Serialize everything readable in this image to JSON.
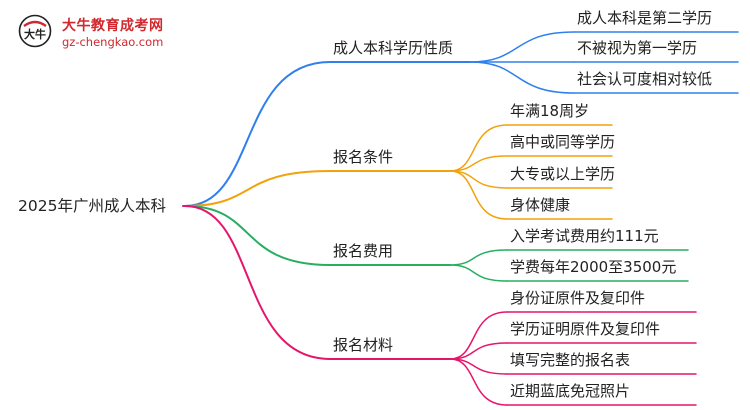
{
  "logo": {
    "name": "大牛教育成考网",
    "url": "gz-chengkao.com",
    "badge_text": "大牛"
  },
  "mindmap": {
    "root": "2025年广州成人本科",
    "branches": [
      {
        "label": "成人本科学历性质",
        "color": "#2f80ed",
        "children": [
          "成人本科是第二学历",
          "不被视为第一学历",
          "社会认可度相对较低"
        ]
      },
      {
        "label": "报名条件",
        "color": "#f2a20c",
        "children": [
          "年满18周岁",
          "高中或同等学历",
          "大专或以上学历",
          "身体健康"
        ]
      },
      {
        "label": "报名费用",
        "color": "#27ae60",
        "children": [
          "入学考试费用约111元",
          "学费每年2000至3500元"
        ]
      },
      {
        "label": "报名材料",
        "color": "#e5156b",
        "children": [
          "身份证原件及复印件",
          "学历证明原件及复印件",
          "填写完整的报名表",
          "近期蓝底免冠照片"
        ]
      }
    ]
  }
}
